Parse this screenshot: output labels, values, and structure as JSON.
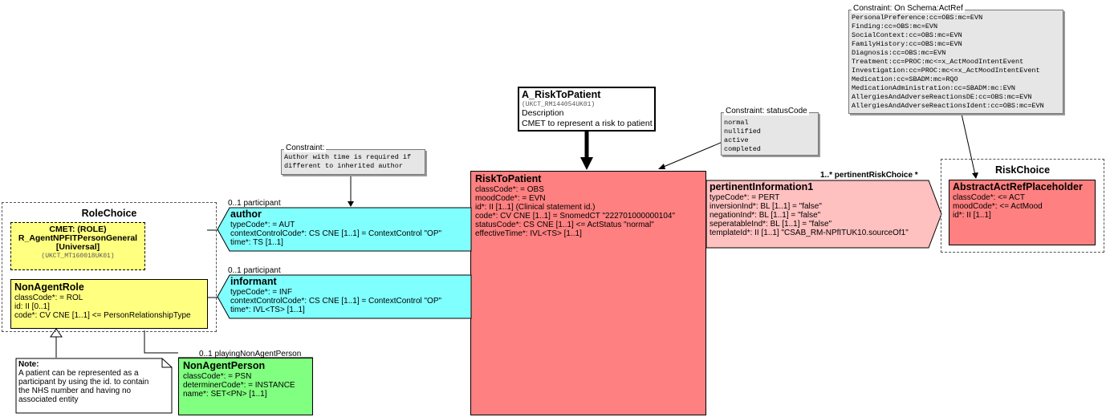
{
  "cmet_header": {
    "name": "A_RiskToPatient",
    "id": "(UKCT_RM144054UK01)",
    "desc_label": "Description",
    "desc_text": "CMET to represent a risk to patient"
  },
  "act_ref_constraint": {
    "title": "Constraint: On Schema:ActRef",
    "lines": [
      "PersonalPreference:cc=OBS:mc=EVN",
      "Finding:cc=OBS:mc=EVN",
      "SocialContext:cc=OBS:mc=EVN",
      "FamilyHistory:cc=OBS:mc=EVN",
      "Diagnosis:cc=OBS:mc=EVN",
      "Treatment:cc=PROC:mc<=x_ActMoodIntentEvent",
      "Investigation:cc=PROC:mc<=x_ActMoodIntentEvent",
      "Medication:cc=SBADM:mc=RQO",
      "MedicationAdministration:cc=SBADM:mc:EVN",
      "AllergiesAndAdverseReactionsDE:cc=OBS:mc=EVN",
      "AllergiesAndAdverseReactionsIdent:cc=OBS:mc=EVN"
    ]
  },
  "status_constraint": {
    "title": "Constraint: statusCode",
    "lines": [
      "normal",
      "nullified",
      "active",
      "completed"
    ]
  },
  "author_constraint": {
    "title": "Constraint:",
    "lines": [
      "Author with time is required if",
      "different to inherited author"
    ]
  },
  "risk_to_patient": {
    "title": "RiskToPatient",
    "classCode": "classCode*: = OBS",
    "moodCode": "moodCode*: = EVN",
    "id": "id*: II [1..1] (Clinical statement id.)",
    "code": "code*: CV CNE [1..1] = SnomedCT \"222701000000104\"",
    "statusCode": "statusCode*: CS CNE [1..1] <= ActStatus \"normal\"",
    "effectiveTime": "effectiveTime*: IVL<TS> [1..1]"
  },
  "pertinent": {
    "title": "pertinentInformation1",
    "typeCode": "typeCode*: = PERT",
    "inversionInd": "inversionInd*: BL [1..1] = \"false\"",
    "negationInd": "negationInd*: BL [1..1] = \"false\"",
    "seperatableInd": "seperatableInd*: BL [1..1] = \"false\"",
    "templateId": "templateId*: II [1..1] \"CSAB_RM-NPfITUK10.sourceOf1\"",
    "assoc_label": "1..* pertinentRiskChoice  *"
  },
  "risk_choice": {
    "title": "RiskChoice",
    "box_title": "AbstractActRefPlaceholder",
    "classCode": "classCode*: <= ACT",
    "moodCode": "moodCode*: <= ActMood",
    "id": "id*: II [1..1]"
  },
  "author": {
    "assoc_label": "0..1 participant",
    "title": "author",
    "typeCode": "typeCode*: = AUT",
    "contextControlCode": "contextControlCode*: CS CNE [1..1] = ContextControl \"OP\"",
    "time": "time*: TS [1..1]"
  },
  "informant": {
    "assoc_label": "0..1 participant",
    "title": "informant",
    "typeCode": "typeCode*: = INF",
    "contextControlCode": "contextControlCode*: CS CNE [1..1] = ContextControl \"OP\"",
    "time": "time*: IVL<TS> [1..1]"
  },
  "role_choice": {
    "title": "RoleChoice",
    "cmet_line1": "CMET: (ROLE)",
    "cmet_line2": "R_AgentNPFITPersonGeneral",
    "cmet_line3": "[Universal]",
    "cmet_id": "(UKCT_MT160018UK01)",
    "nar_title": "NonAgentRole",
    "nar_classCode": "classCode*: = ROL",
    "nar_id": "id: II [0..1]",
    "nar_code": "code*: CV CNE [1..1] <= PersonRelationshipType"
  },
  "patient_note": {
    "title": "Note:",
    "lines": [
      "A patient can be represented as  a",
      "participant by using the id. to contain",
      "the NHS number and having no",
      "associated entity"
    ]
  },
  "non_agent_person": {
    "assoc_label": "0..1 playingNonAgentPerson",
    "title": "NonAgentPerson",
    "classCode": "classCode*: = PSN",
    "determinerCode": "determinerCode*: = INSTANCE",
    "name": "name*: SET<PN> [1..1]"
  },
  "colors": {
    "act": "#ff8080",
    "act_light": "#ffc0c0",
    "participation": "#80ffff",
    "role": "#ffff80",
    "entity": "#80ff80",
    "note": "#e6e6e6"
  }
}
